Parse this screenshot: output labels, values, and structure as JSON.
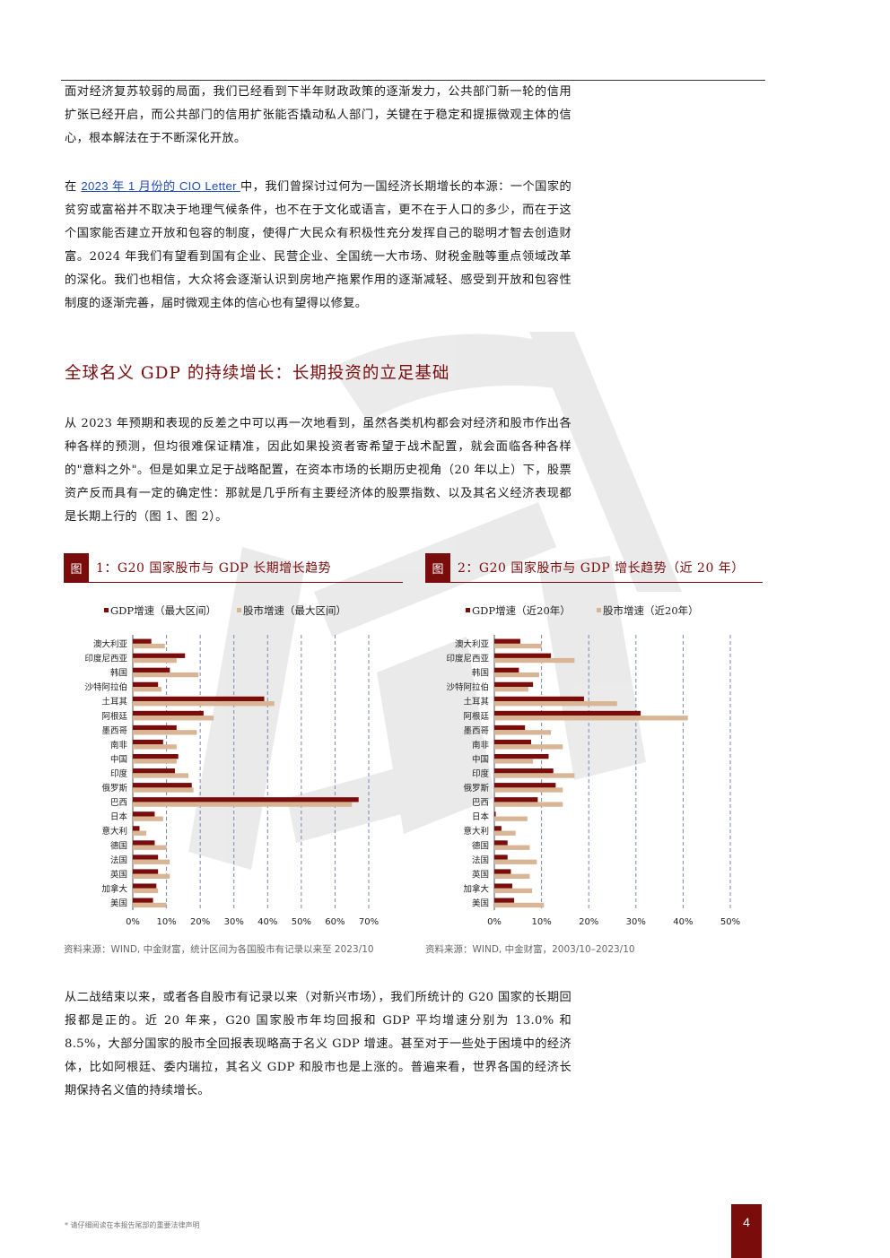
{
  "paragraphs": {
    "p1": "面对经济复苏较弱的局面，我们已经看到下半年财政政策的逐渐发力，公共部门新一轮的信用扩张已经开启，而公共部门的信用扩张能否撬动私人部门，关键在于稳定和提振微观主体的信心，根本解法在于不断深化开放。",
    "p2_prefix": "在 ",
    "p2_link": "2023 年 1 月份的 CIO Letter ",
    "p2_rest": "中，我们曾探讨过何为一国经济长期增长的本源：一个国家的贫穷或富裕并不取决于地理气候条件，也不在于文化或语言，更不在于人口的多少，而在于这个国家能否建立开放和包容的制度，使得广大民众有积极性充分发挥自己的聪明才智去创造财富。2024 年我们有望看到国有企业、民营企业、全国统一大市场、财税金融等重点领域改革的深化。我们也相信，大众将会逐渐认识到房地产拖累作用的逐渐减轻、感受到开放和包容性制度的逐渐完善，届时微观主体的信心也有望得以修复。",
    "p3": "从 2023 年预期和表现的反差之中可以再一次地看到，虽然各类机构都会对经济和股市作出各种各样的预测，但均很难保证精准，因此如果投资者寄希望于战术配置，就会面临各种各样的\"意料之外\"。但是如果立足于战略配置，在资本市场的长期历史视角（20 年以上）下，股票资产反而具有一定的确定性：那就是几乎所有主要经济体的股票指数、以及其名义经济表现都是长期上行的（图 1、图 2）。",
    "p4": "从二战结束以来，或者各自股市有记录以来（对新兴市场），我们所统计的 G20 国家的长期回报都是正的。近 20 年来，G20 国家股市年均回报和 GDP 平均增速分别为 13.0% 和 8.5%，大部分国家的股市全回报表现略高于名义 GDP 增速。甚至对于一些处于困境中的经济体，比如阿根廷、委内瑞拉，其名义 GDP 和股市也是上涨的。普遍来看，世界各国的经济长期保持名义值的持续增长。"
  },
  "section_title": "全球名义 GDP 的持续增长：长期投资的立足基础",
  "figures": [
    {
      "label": "图",
      "title": "1：G20 国家股市与 GDP 长期增长趋势",
      "source": "资料来源：WIND, 中金财富，统计区间为各国股市有记录以来至 2023/10"
    },
    {
      "label": "图",
      "title": "2：G20 国家股市与 GDP 增长趋势（近 20 年）",
      "source": "资料来源：WIND, 中金财富，2003/10–2023/10"
    }
  ],
  "chart_data": [
    {
      "type": "bar",
      "orientation": "horizontal",
      "categories": [
        "澳大利亚",
        "印度尼西亚",
        "韩国",
        "沙特阿拉伯",
        "土耳其",
        "阿根廷",
        "墨西哥",
        "南非",
        "中国",
        "印度",
        "俄罗斯",
        "巴西",
        "日本",
        "意大利",
        "德国",
        "法国",
        "英国",
        "加拿大",
        "美国"
      ],
      "series": [
        {
          "name": "GDP增速（最大区间）",
          "color": "#7a0c0c",
          "values": [
            5.5,
            15.5,
            11,
            7.5,
            39,
            21,
            13,
            9,
            13.5,
            12.5,
            17.5,
            67,
            6.5,
            2,
            6.5,
            7.5,
            7.5,
            7,
            6
          ]
        },
        {
          "name": "股市增速（最大区间）",
          "color": "#d8b594",
          "values": [
            9.5,
            13,
            19.5,
            8.5,
            42,
            24,
            19,
            13,
            13,
            16.5,
            18,
            65,
            9,
            4,
            10,
            11,
            11,
            7.5,
            10
          ]
        }
      ],
      "xticks": [
        "0%",
        "10%",
        "20%",
        "30%",
        "40%",
        "50%",
        "60%",
        "70%"
      ],
      "xlim": [
        0,
        70
      ],
      "grid": "vertical dashed"
    },
    {
      "type": "bar",
      "orientation": "horizontal",
      "categories": [
        "澳大利亚",
        "印度尼西亚",
        "韩国",
        "沙特阿拉伯",
        "土耳其",
        "阿根廷",
        "墨西哥",
        "南非",
        "中国",
        "印度",
        "俄罗斯",
        "巴西",
        "日本",
        "意大利",
        "德国",
        "法国",
        "英国",
        "加拿大",
        "美国"
      ],
      "series": [
        {
          "name": "GDP增速（近20年）",
          "color": "#7a0c0c",
          "values": [
            5.5,
            12,
            5.2,
            8.2,
            19,
            31,
            6.5,
            7.8,
            11.5,
            12.5,
            13,
            9.2,
            0.3,
            1.5,
            2.8,
            2.8,
            3.5,
            3.8,
            4.2
          ]
        },
        {
          "name": "股市增速（近20年）",
          "color": "#d8b594",
          "values": [
            10,
            17,
            9.5,
            7.2,
            26,
            41,
            12,
            14.5,
            8.2,
            17,
            14.5,
            14.5,
            7,
            4.5,
            7.5,
            9,
            7.5,
            8,
            10.5
          ]
        }
      ],
      "xticks": [
        "0%",
        "10%",
        "20%",
        "30%",
        "40%",
        "50%"
      ],
      "xlim": [
        0,
        50
      ],
      "grid": "vertical dashed"
    }
  ],
  "footer": {
    "note": "* 请仔细阅读在本报告尾部的重要法律声明",
    "page_number": "4"
  },
  "colors": {
    "brand": "#7a0c0c",
    "stock": "#d8b594"
  }
}
